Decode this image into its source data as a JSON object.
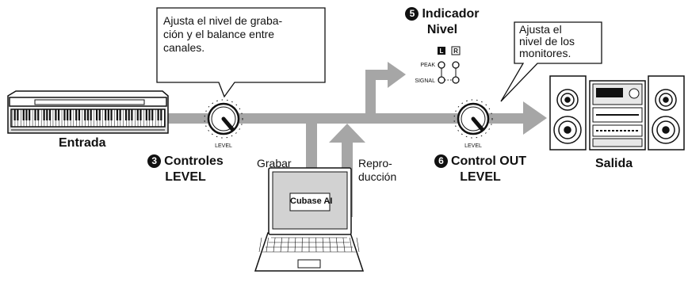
{
  "callouts": {
    "level_controls_note": "Ajusta el nivel de graba-\nción y el balance entre\ncanales.",
    "out_note": "Ajusta el\nnivel de los\nmonitores."
  },
  "labels": {
    "input": "Entrada",
    "output": "Salida",
    "record": "Grabar",
    "playback": "Repro-\nducción",
    "software": "Cubase AI",
    "knob_text": "LEVEL"
  },
  "controls": {
    "level": {
      "number": "3",
      "title_line1": "Controles",
      "title_line2": "LEVEL"
    },
    "out_level": {
      "number": "6",
      "title_line1": "Control OUT",
      "title_line2": "LEVEL"
    },
    "indicator": {
      "number": "5",
      "title_line1": "Indicador",
      "title_line2": "Nivel"
    }
  },
  "meter": {
    "left_channel": "L",
    "right_channel": "R",
    "peak": "PEAK",
    "signal": "SIGNAL"
  },
  "colors": {
    "signal_path": "#a6a6a6",
    "ink": "#111111"
  }
}
